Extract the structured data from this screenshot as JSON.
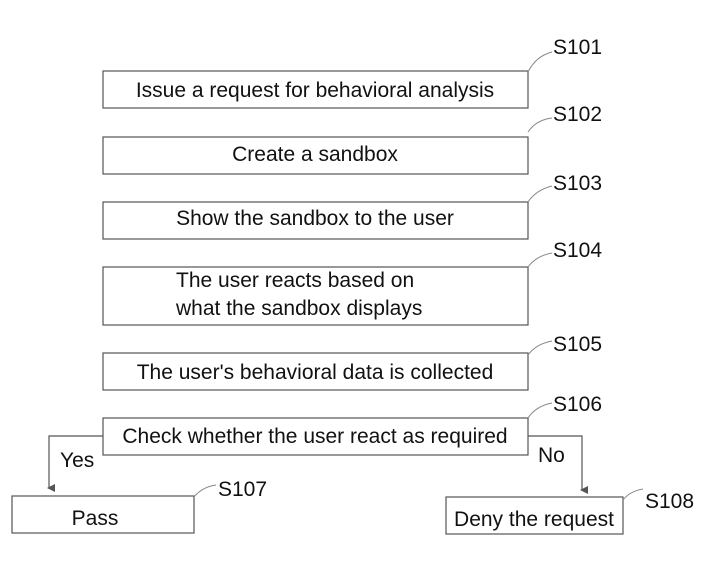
{
  "steps": {
    "s101": {
      "label": "S101",
      "lines": [
        "Issue a request for behavioral analysis"
      ]
    },
    "s102": {
      "label": "S102",
      "lines": [
        "Create a sandbox"
      ]
    },
    "s103": {
      "label": "S103",
      "lines": [
        "Show the sandbox to the user"
      ]
    },
    "s104": {
      "label": "S104",
      "lines": [
        "The user reacts based on",
        "what the sandbox displays"
      ]
    },
    "s105": {
      "label": "S105",
      "lines": [
        "The user's behavioral data is collected"
      ]
    },
    "s106": {
      "label": "S106",
      "lines": [
        "Check whether the user react as required"
      ]
    },
    "s107": {
      "label": "S107",
      "lines": [
        "Pass"
      ]
    },
    "s108": {
      "label": "S108",
      "lines": [
        "Deny the request"
      ]
    }
  },
  "branches": {
    "yes": "Yes",
    "no": "No"
  }
}
